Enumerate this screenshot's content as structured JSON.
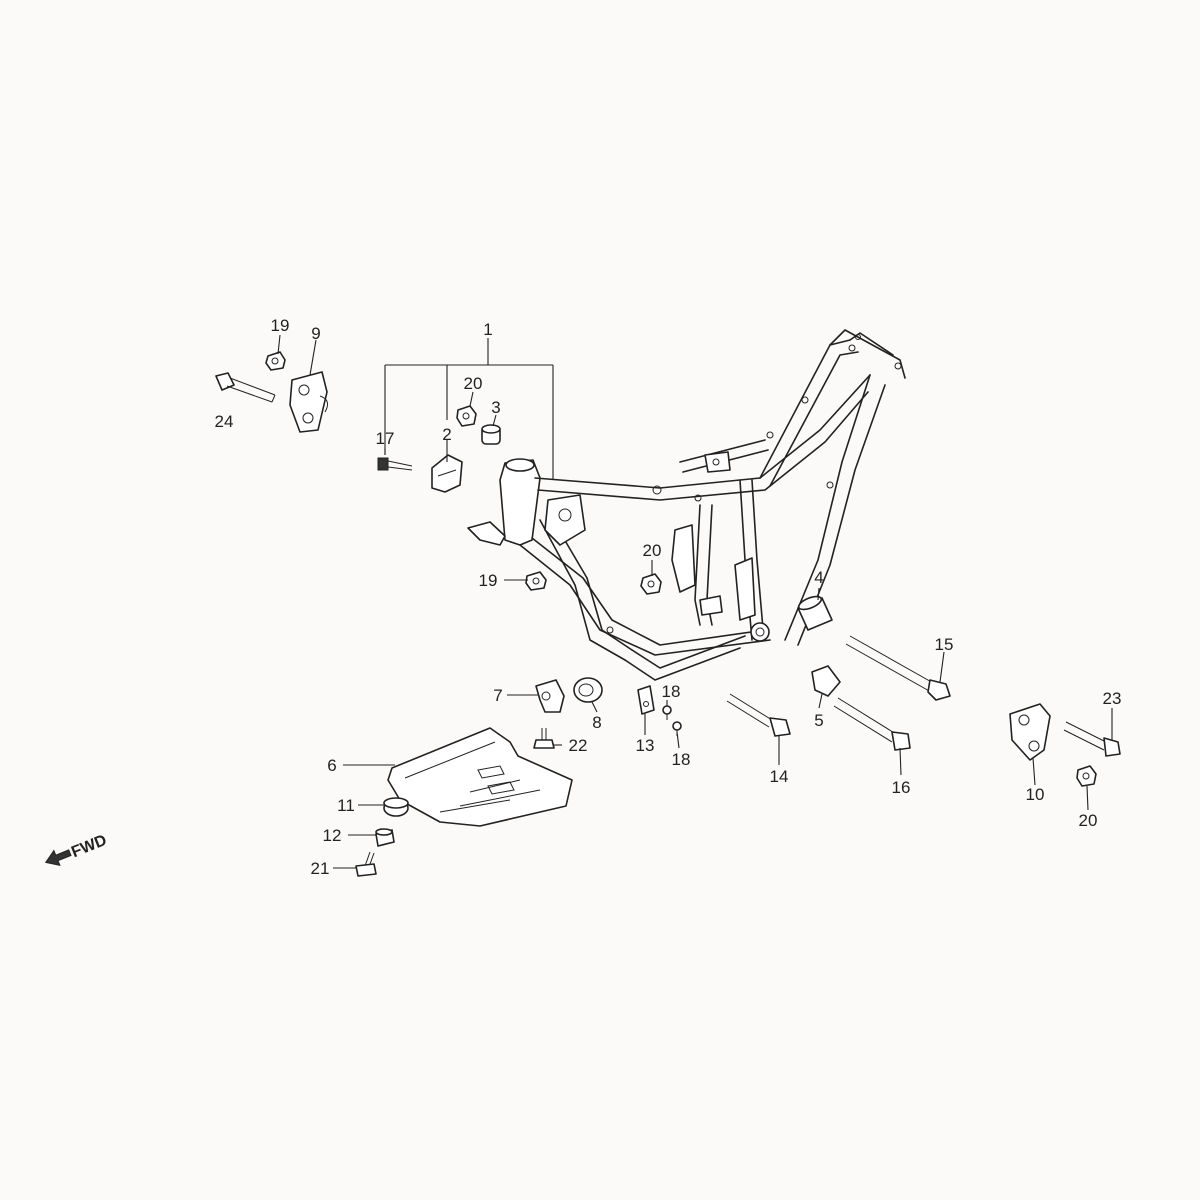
{
  "callouts": {
    "c1": "1",
    "c2": "2",
    "c3": "3",
    "c4": "4",
    "c5": "5",
    "c6": "6",
    "c7": "7",
    "c8": "8",
    "c9": "9",
    "c10": "10",
    "c11": "11",
    "c12": "12",
    "c13": "13",
    "c14": "14",
    "c15": "15",
    "c16": "16",
    "c17": "17",
    "c18a": "18",
    "c18b": "18",
    "c19a": "19",
    "c19b": "19",
    "c20a": "20",
    "c20b": "20",
    "c20c": "20",
    "c21": "21",
    "c22": "22",
    "c23": "23",
    "c24": "24"
  },
  "fwd": {
    "label": "FWD",
    "icon": "forward-arrow-icon"
  }
}
